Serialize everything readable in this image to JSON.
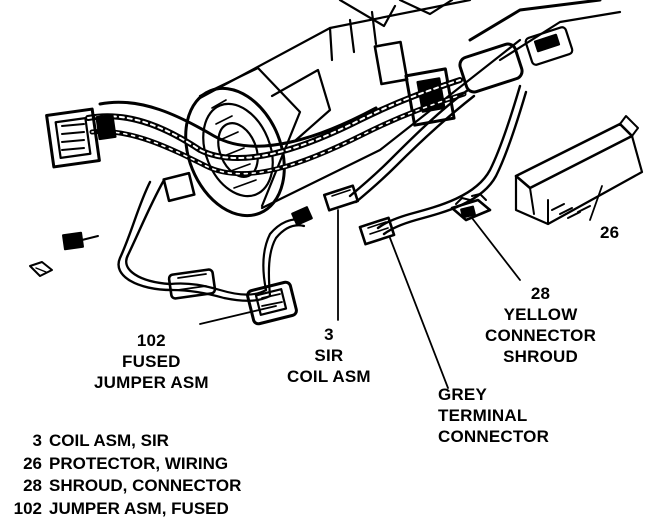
{
  "callouts": {
    "part_26_upper": "26",
    "part_28_num": "28",
    "part_28_line1": "YELLOW",
    "part_28_line2": "CONNECTOR",
    "part_28_line3": "SHROUD",
    "part_102_num": "102",
    "part_102_line1": "FUSED",
    "part_102_line2": "JUMPER ASM",
    "part_3_num": "3",
    "part_3_line1": "SIR",
    "part_3_line2": "COIL ASM",
    "grey_line1": "GREY",
    "grey_line2": "TERMINAL",
    "grey_line3": "CONNECTOR"
  },
  "legend": [
    {
      "num": "3",
      "desc": "COIL ASM, SIR"
    },
    {
      "num": "26",
      "desc": "PROTECTOR, WIRING"
    },
    {
      "num": "28",
      "desc": "SHROUD, CONNECTOR"
    },
    {
      "num": "102",
      "desc": "JUMPER ASM, FUSED"
    }
  ]
}
